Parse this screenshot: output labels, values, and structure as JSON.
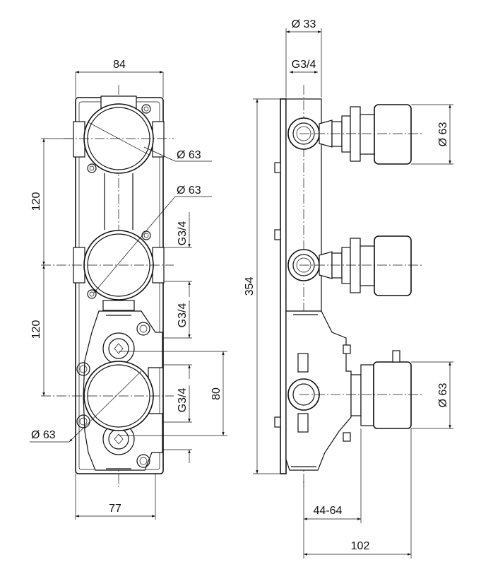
{
  "front_view": {
    "width_top": "84",
    "width_bottom": "77",
    "pitch_upper": "120",
    "pitch_lower": "120",
    "valve_dia_1": "63",
    "valve_dia_2": "63",
    "valve_dia_3": "63",
    "port_thread_1": "G3/4",
    "port_thread_2": "G3/4",
    "port_thread_3": "G3/4",
    "port_spacing": "80"
  },
  "side_view": {
    "tube_dia": "33",
    "tube_thread": "G3/4",
    "overall_height": "354",
    "handle_dia_1": "63",
    "handle_dia_2": "63",
    "handle_dia_3": "63",
    "install_depth": "44-64",
    "overall_depth": "102"
  },
  "symbols": {
    "diameter": "Ø"
  }
}
